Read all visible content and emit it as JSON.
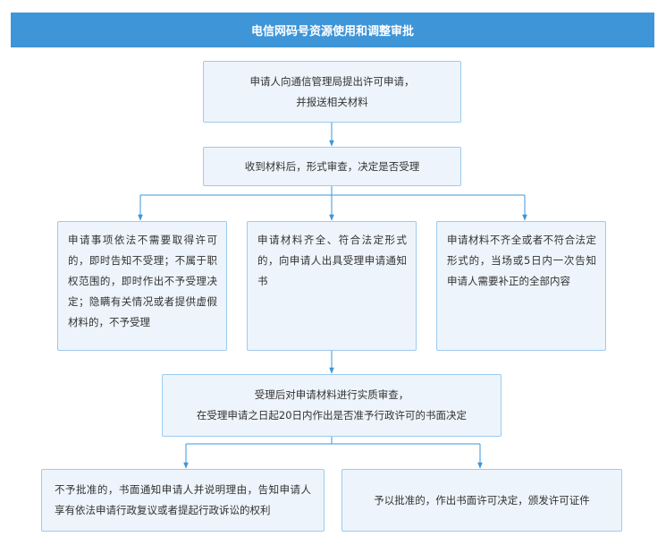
{
  "header": {
    "title": "电信网码号资源使用和调整审批"
  },
  "steps": {
    "apply": {
      "lines": [
        "申请人向通信管理局提出许可申请，",
        "并报送相关材料"
      ]
    },
    "formal_review": {
      "text": "收到材料后，形式审查，决定是否受理"
    },
    "branch_reject": {
      "text": "申请事项依法不需要取得许可的，即时告知不受理；不属于职权范围的，即时作出不予受理决定；隐瞒有关情况或者提供虚假材料的，不予受理"
    },
    "branch_accept": {
      "text": "申请材料齐全、符合法定形式的，向申请人出具受理申请通知书"
    },
    "branch_supplement": {
      "text": "申请材料不齐全或者不符合法定形式的，当场或5日内一次告知申请人需要补正的全部内容"
    },
    "substantive_review": {
      "lines": [
        "受理后对申请材料进行实质审查，",
        "在受理申请之日起20日内作出是否准予行政许可的书面决定"
      ]
    },
    "not_approved": {
      "text": "不予批准的，书面通知申请人并说明理由，告知申请人享有依法申请行政复议或者提起行政诉讼的权利"
    },
    "approved": {
      "text": "予以批准的，作出书面许可决定，颁发许可证件"
    }
  },
  "colors": {
    "header": "#3e95d8",
    "box_fill": "#edf4fb",
    "box_border": "#9ccbef",
    "connector": "#3e95d8"
  }
}
